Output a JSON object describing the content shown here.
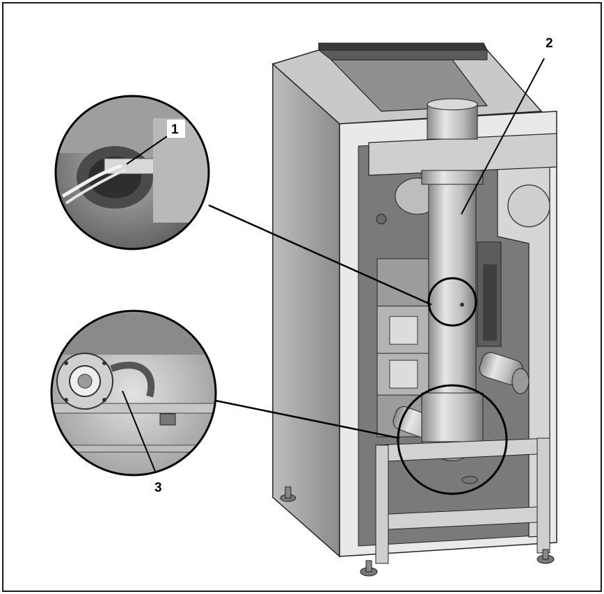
{
  "figure": {
    "callouts": [
      {
        "number": "1",
        "part": "sensor-cable-connection"
      },
      {
        "number": "2",
        "part": "flue-pipe"
      },
      {
        "number": "3",
        "part": "lower-pipe-fitting"
      }
    ],
    "colors": {
      "frame": "#1a1a1a",
      "panel_light": "#d9d9d9",
      "panel_mid": "#a8a8a8",
      "panel_dark": "#6e6e6e",
      "background": "#ffffff"
    }
  }
}
